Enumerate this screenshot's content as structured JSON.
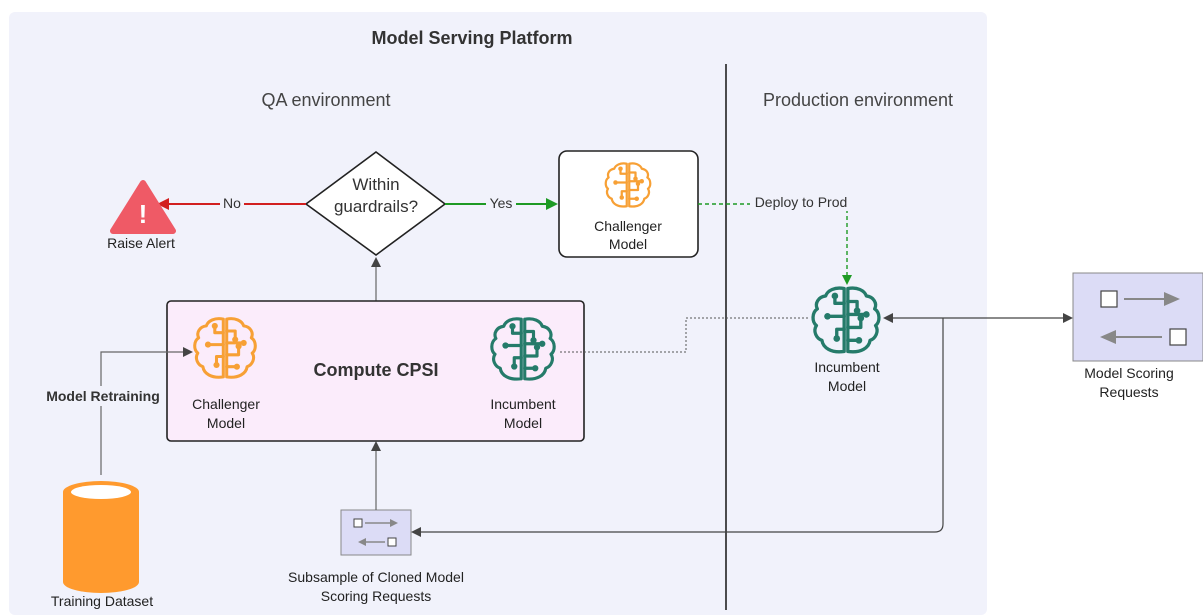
{
  "platform": {
    "title": "Model Serving Platform"
  },
  "environments": {
    "qa": "QA environment",
    "production": "Production environment"
  },
  "decision": {
    "line1": "Within",
    "line2": "guardrails?"
  },
  "edges": {
    "no": "No",
    "yes": "Yes",
    "deploy": "Deploy to Prod",
    "retraining": "Model Retraining"
  },
  "alert": {
    "label": "Raise Alert",
    "glyph": "!"
  },
  "challenger_top": {
    "line1": "Challenger",
    "line2": "Model"
  },
  "compute": {
    "title": "Compute CPSI",
    "challenger": {
      "line1": "Challenger",
      "line2": "Model"
    },
    "incumbent": {
      "line1": "Incumbent",
      "line2": "Model"
    }
  },
  "prod_incumbent": {
    "line1": "Incumbent",
    "line2": "Model"
  },
  "scoring_requests": {
    "line1": "Model Scoring",
    "line2": "Requests"
  },
  "subsample": {
    "line1": "Subsample of Cloned Model",
    "line2": "Scoring Requests"
  },
  "training": {
    "label": "Training Dataset"
  },
  "colors": {
    "platform_bg": "#f1f2fb",
    "compute_bg": "#fbecfb",
    "challenger_orange": "#f7a035",
    "incumbent_green": "#257b6a",
    "alert_red": "#ef5a66",
    "no_arrow": "#d21f1f",
    "yes_arrow": "#1e9a24",
    "request_box": "#dcdcf6",
    "cylinder": "#ff9a2e"
  },
  "icons": {
    "brain": "brain-circuit-icon",
    "alert": "warning-triangle-icon",
    "requests": "request-response-icon",
    "database": "database-cylinder-icon"
  }
}
